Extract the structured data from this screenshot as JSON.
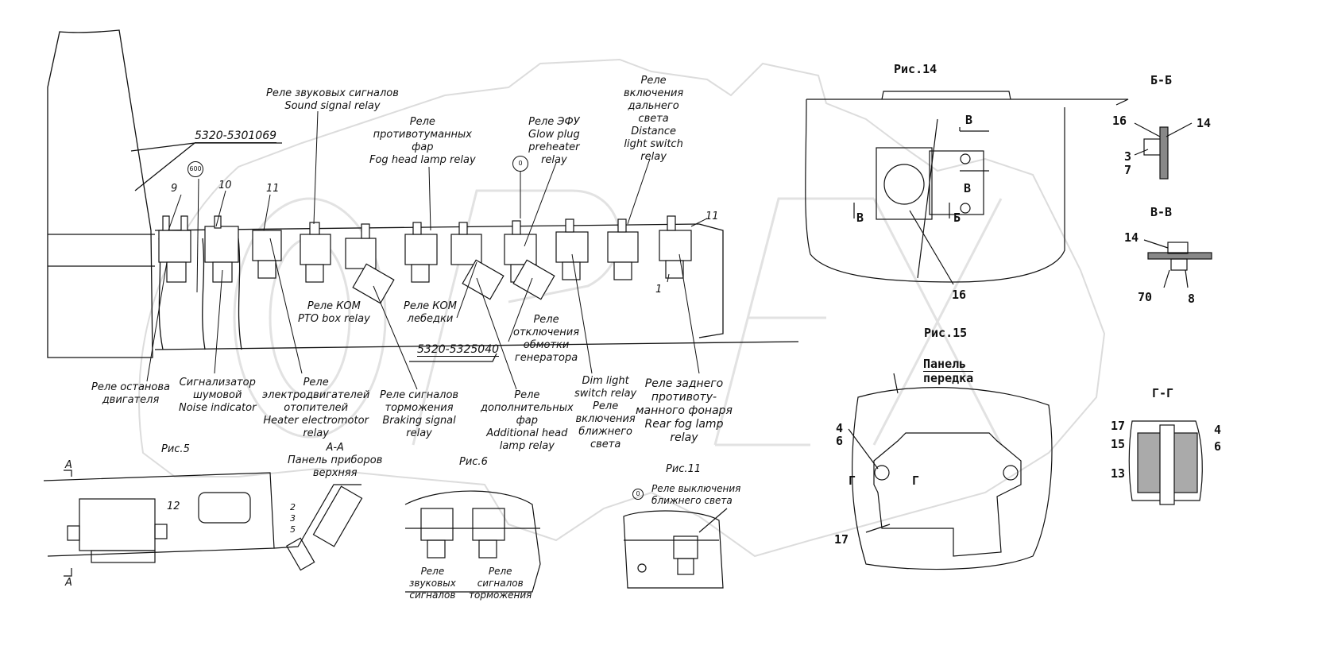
{
  "labels": {
    "sound_signal_relay": [
      "Реле звуковых сигналов",
      "Sound signal relay"
    ],
    "fog_head_lamp_relay": [
      "Реле",
      "противотуманных",
      "фар",
      "Fog head lamp relay"
    ],
    "glow_plug_relay": [
      "Реле ЭФУ",
      "Glow plug",
      "preheater",
      "relay"
    ],
    "distance_light_relay": [
      "Реле",
      "включения",
      "дальнего",
      "света",
      "Distance",
      "light switch",
      "relay"
    ],
    "pto_box_relay": [
      "Реле КОМ",
      "PTO box relay"
    ],
    "winch_pto_relay": [
      "Реле КОМ",
      "лебедки"
    ],
    "generator_winding_relay": [
      "Реле",
      "отключения",
      "обмотки",
      "генератора"
    ],
    "engine_stop_relay": [
      "Реле останова",
      "двигателя"
    ],
    "noise_indicator": [
      "Сигнализатор",
      "шумовой",
      "Noise indicator"
    ],
    "heater_motor_relay": [
      "Реле",
      "электродвигателей",
      "отопителей",
      "Heater electromotor",
      "relay"
    ],
    "braking_signal_relay": [
      "Реле сигналов",
      "торможения",
      "Braking signal",
      "relay"
    ],
    "additional_head_lamp_relay": [
      "Реле",
      "дополнительных",
      "фар",
      "Additional head",
      "lamp relay"
    ],
    "dim_light_relay": [
      "Dim light",
      "switch relay",
      "Реле",
      "включения",
      "ближнего",
      "света"
    ],
    "rear_fog_lamp_relay": [
      "Реле заднего",
      "противоту-",
      "манного фонаря",
      "Rear fog lamp",
      "relay"
    ],
    "panel_upper": [
      "А-А",
      "Панель приборов",
      "верхняя"
    ],
    "sound_signals_small": [
      "Реле",
      "звуковых",
      "сигналов"
    ],
    "braking_signals_small": [
      "Реле",
      "сигналов",
      "торможения"
    ],
    "dim_light_off_relay": [
      "Реле выключения",
      "ближнего света"
    ]
  },
  "part_numbers": {
    "top": "5320-5301069",
    "bottom": "5320-5325040"
  },
  "circles": {
    "c600": "600",
    "c0a": "0",
    "c0b": "0"
  },
  "figures": {
    "fig14": "Рис.14",
    "fig15": "Рис.15",
    "fig5": "Рис.5",
    "fig6": "Рис.6",
    "fig11": "Рис.11",
    "panel_front": [
      "Панель",
      "передка"
    ]
  },
  "sections": {
    "bb": "Б-Б",
    "vv": "В-В",
    "gg": "Г-Г"
  },
  "numbers": {
    "n9": "9",
    "n10": "10",
    "n11a": "11",
    "n11b": "11",
    "n1": "1",
    "n12": "12",
    "n2": "2",
    "n3": "3",
    "n5": "5",
    "f14_v1": "В",
    "f14_v2": "В",
    "f14_v3": "В",
    "f14_b": "Б",
    "f14_16": "16",
    "bb16": "16",
    "bb14": "14",
    "bb3": "3",
    "bb7": "7",
    "vv14": "14",
    "vv70": "70",
    "vv8": "8",
    "f15_4": "4",
    "f15_6": "6",
    "f15_g1": "Г",
    "f15_g2": "Г",
    "f15_17": "17",
    "gg17": "17",
    "gg15": "15",
    "gg13": "13",
    "gg4": "4",
    "gg6": "6",
    "aa1": "А",
    "aa2": "А"
  },
  "watermark": "OPEX",
  "colors": {
    "line": "#111111",
    "watermark": "#e6e6e6"
  }
}
